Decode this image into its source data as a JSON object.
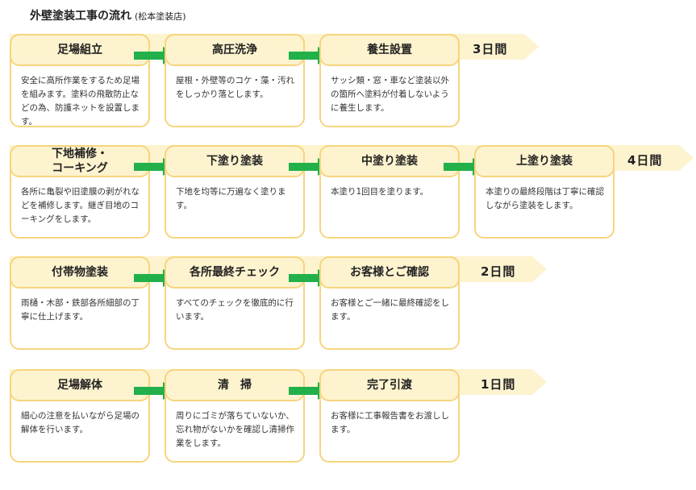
{
  "header": {
    "title": "外壁塗装工事の流れ",
    "subtitle": "(松本塗装店)"
  },
  "rows": [
    {
      "days": "3日間",
      "steps": [
        {
          "title": "足場組立",
          "desc": "安全に高所作業をするため足場を組みます。塗料の飛散防止などの為、防護ネットを設置します。"
        },
        {
          "title": "高圧洗浄",
          "desc": "屋根・外壁等のコケ・藻・汚れをしっかり落とします。"
        },
        {
          "title": "養生設置",
          "desc": "サッシ類・窓・車など塗装以外の箇所へ塗料が付着しないように養生します。"
        }
      ]
    },
    {
      "days": "4日間",
      "steps": [
        {
          "title": "下地補修・\nコーキング",
          "desc": "各所に亀裂や旧塗膜の剥がれなどを補修します。継ぎ目地のコーキングをします。"
        },
        {
          "title": "下塗り塗装",
          "desc": "下地を均等に万遍なく塗ります。"
        },
        {
          "title": "中塗り塗装",
          "desc": "本塗り1回目を塗ります。"
        },
        {
          "title": "上塗り塗装",
          "desc": "本塗りの最終段階は丁寧に確認しながら塗装をします。"
        }
      ]
    },
    {
      "days": "2日間",
      "steps": [
        {
          "title": "付帯物塗装",
          "desc": "雨樋・木部・鉄部各所細部の丁寧に仕上げます。"
        },
        {
          "title": "各所最終チェック",
          "desc": "すべてのチェックを徹底的に行います。"
        },
        {
          "title": "お客様とご確認",
          "desc": "お客様とご一緒に最終確認をします。"
        }
      ]
    },
    {
      "days": "1日間",
      "steps": [
        {
          "title": "足場解体",
          "desc": "細心の注意を払いながら足場の解体を行います。"
        },
        {
          "title": "清　掃",
          "desc": "周りにゴミが落ちていないか、忘れ物がないかを確認し清掃作業をします。"
        },
        {
          "title": "完了引渡",
          "desc": "お客様に工事報告書をお渡しします。"
        }
      ]
    }
  ]
}
